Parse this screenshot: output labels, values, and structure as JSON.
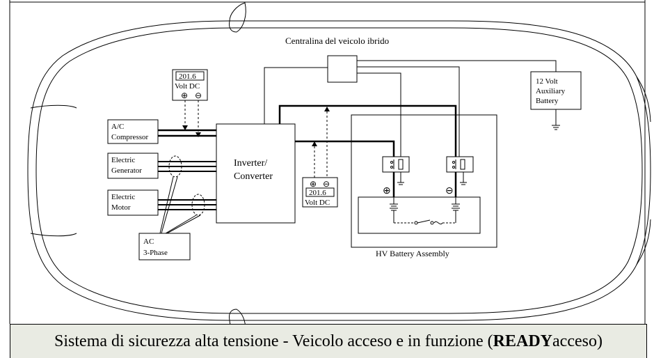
{
  "diagram": {
    "hybrid_ecu_label": "Centralina del veicolo ibrido",
    "aux_battery_label": [
      "12 Volt",
      "Auxiliary",
      "Battery"
    ],
    "voltmeter_top": {
      "value": "201.6",
      "unit": "Volt DC",
      "plus": "⊕",
      "minus": "⊖"
    },
    "voltmeter_mid": {
      "value": "201.6",
      "unit": "Volt DC",
      "plus": "⊕",
      "minus": "⊖"
    },
    "ac_compressor_label": [
      "A/C",
      "Compressor"
    ],
    "electric_generator_label": [
      "Electric",
      "Generator"
    ],
    "electric_motor_label": [
      "Electric",
      "Motor"
    ],
    "inverter_label": [
      "Inverter/",
      "Converter"
    ],
    "ac_3phase_label": [
      "AC",
      "3-Phase"
    ],
    "hv_battery_label": "HV Battery Assembly",
    "battery_plus": "⊕",
    "battery_minus": "⊖"
  },
  "caption": {
    "prefix": "Sistema di sicurezza alta tensione - Veicolo acceso e in funzione (",
    "bold": "READY",
    "suffix": " acceso)"
  }
}
